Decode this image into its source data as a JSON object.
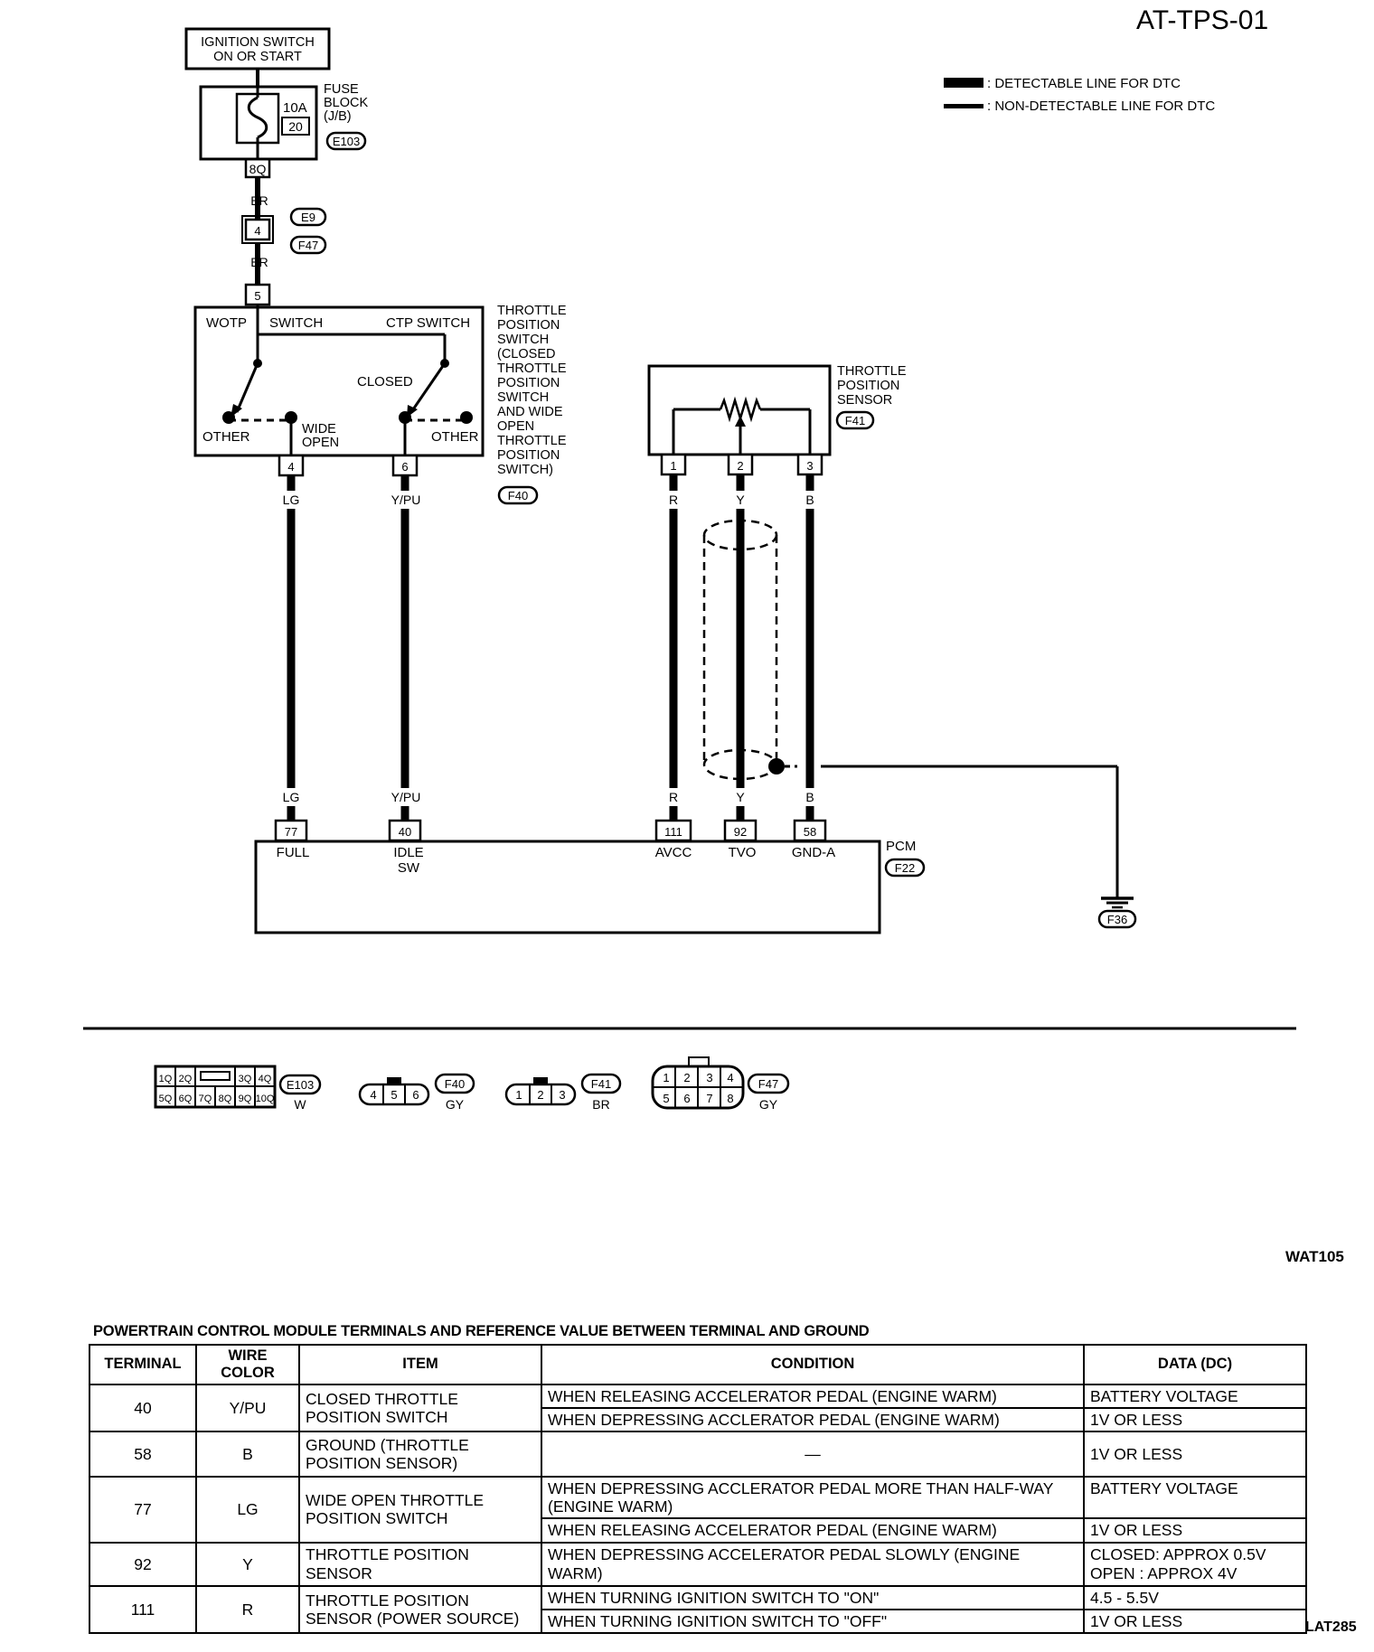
{
  "header": {
    "code": "AT-TPS-01"
  },
  "legend": [
    {
      "label": ": DETECTABLE LINE FOR DTC"
    },
    {
      "label": ": NON-DETECTABLE LINE FOR DTC"
    }
  ],
  "ignition": {
    "line1": "IGNITION SWITCH",
    "line2": "ON OR START"
  },
  "fuse": {
    "amps": "10A",
    "number": "20",
    "label1": "FUSE",
    "label2": "BLOCK",
    "label3": "(J/B)",
    "connector": "E103",
    "terminal": "8Q"
  },
  "wires": {
    "br_top": "BR",
    "br_bottom": "BR",
    "lg_top": "LG",
    "ypu_top": "Y/PU",
    "lg_bottom": "LG",
    "ypu_bottom": "Y/PU",
    "r_top": "R",
    "y_top": "Y",
    "b_top": "B",
    "r_bottom": "R",
    "y_bottom": "Y",
    "b_bottom": "B"
  },
  "joint": {
    "terminal": "4",
    "connector_a": "E9",
    "connector_b": "F47"
  },
  "tp_switch": {
    "top_terminal": "5",
    "wotp": "WOTP",
    "switch": "SWITCH",
    "ctp": "CTP SWITCH",
    "closed": "CLOSED",
    "other_left": "OTHER",
    "wide1": "WIDE",
    "wide2": "OPEN",
    "other_right": "OTHER",
    "term_a": "4",
    "term_b": "6",
    "name_lines": [
      "THROTTLE",
      "POSITION",
      "SWITCH",
      "(CLOSED",
      "THROTTLE",
      "POSITION",
      "SWITCH",
      "AND WIDE",
      "OPEN",
      "THROTTLE",
      "POSITION",
      "SWITCH)"
    ],
    "connector": "F40"
  },
  "tp_sensor": {
    "name_lines": [
      "THROTTLE",
      "POSITION",
      "SENSOR"
    ],
    "connector": "F41",
    "terminals": [
      "1",
      "2",
      "3"
    ]
  },
  "pcm": {
    "terminals": [
      "77",
      "40",
      "111",
      "92",
      "58"
    ],
    "labels": [
      "FULL",
      "IDLE",
      "SW",
      "AVCC",
      "TVO",
      "GND-A"
    ],
    "name": "PCM",
    "connector": "F22"
  },
  "ground": {
    "connector": "F36"
  },
  "connector_views": {
    "e103": {
      "top": [
        "1Q",
        "2Q",
        "",
        "3Q",
        "4Q"
      ],
      "bottom": [
        "5Q",
        "6Q",
        "7Q",
        "8Q",
        "9Q",
        "10Q"
      ],
      "tag": "E103",
      "color": "W"
    },
    "f40": {
      "pins": [
        "4",
        "5",
        "6"
      ],
      "tag": "F40",
      "color": "GY"
    },
    "f41": {
      "pins": [
        "1",
        "2",
        "3"
      ],
      "tag": "F41",
      "color": "BR"
    },
    "f47": {
      "top": [
        "1",
        "2",
        "3",
        "4"
      ],
      "bottom": [
        "5",
        "6",
        "7",
        "8"
      ],
      "tag": "F47",
      "color": "GY"
    }
  },
  "figure_code": "WAT105",
  "table_code": "LAT285",
  "table": {
    "title": "POWERTRAIN CONTROL MODULE TERMINALS AND REFERENCE VALUE BETWEEN TERMINAL AND GROUND",
    "headers": [
      "TERMINAL",
      "WIRE COLOR",
      "ITEM",
      "CONDITION",
      "DATA (DC)"
    ],
    "rows": [
      {
        "terminal": "40",
        "wire": "Y/PU",
        "item": "CLOSED THROTTLE POSITION SWITCH",
        "c1": "WHEN RELEASING ACCELERATOR PEDAL (ENGINE WARM)",
        "d1": "BATTERY VOLTAGE",
        "c2": "WHEN DEPRESSING ACCLERATOR PEDAL (ENGINE WARM)",
        "d2": "1V OR LESS"
      },
      {
        "terminal": "58",
        "wire": "B",
        "item": "GROUND (THROTTLE POSITION SENSOR)",
        "c1": "—",
        "d1": "1V OR LESS"
      },
      {
        "terminal": "77",
        "wire": "LG",
        "item": "WIDE OPEN THROTTLE POSITION SWITCH",
        "c1": "WHEN DEPRESSING ACCLERATOR PEDAL MORE THAN HALF-WAY (ENGINE WARM)",
        "d1": "BATTERY VOLTAGE",
        "c2": "WHEN RELEASING ACCELERATOR PEDAL (ENGINE WARM)",
        "d2": "1V OR LESS"
      },
      {
        "terminal": "92",
        "wire": "Y",
        "item": "THROTTLE POSITION SENSOR",
        "c1": "WHEN DEPRESSING ACCELERATOR PEDAL SLOWLY (ENGINE WARM)",
        "d1": "CLOSED: APPROX 0.5V",
        "d1b": "OPEN : APPROX 4V"
      },
      {
        "terminal": "111",
        "wire": "R",
        "item": "THROTTLE POSITION SENSOR (POWER SOURCE)",
        "c1": "WHEN TURNING IGNITION SWITCH TO \"ON\"",
        "d1": "4.5 - 5.5V",
        "c2": "WHEN TURNING IGNITION SWITCH TO \"OFF\"",
        "d2": "1V OR LESS"
      }
    ]
  }
}
